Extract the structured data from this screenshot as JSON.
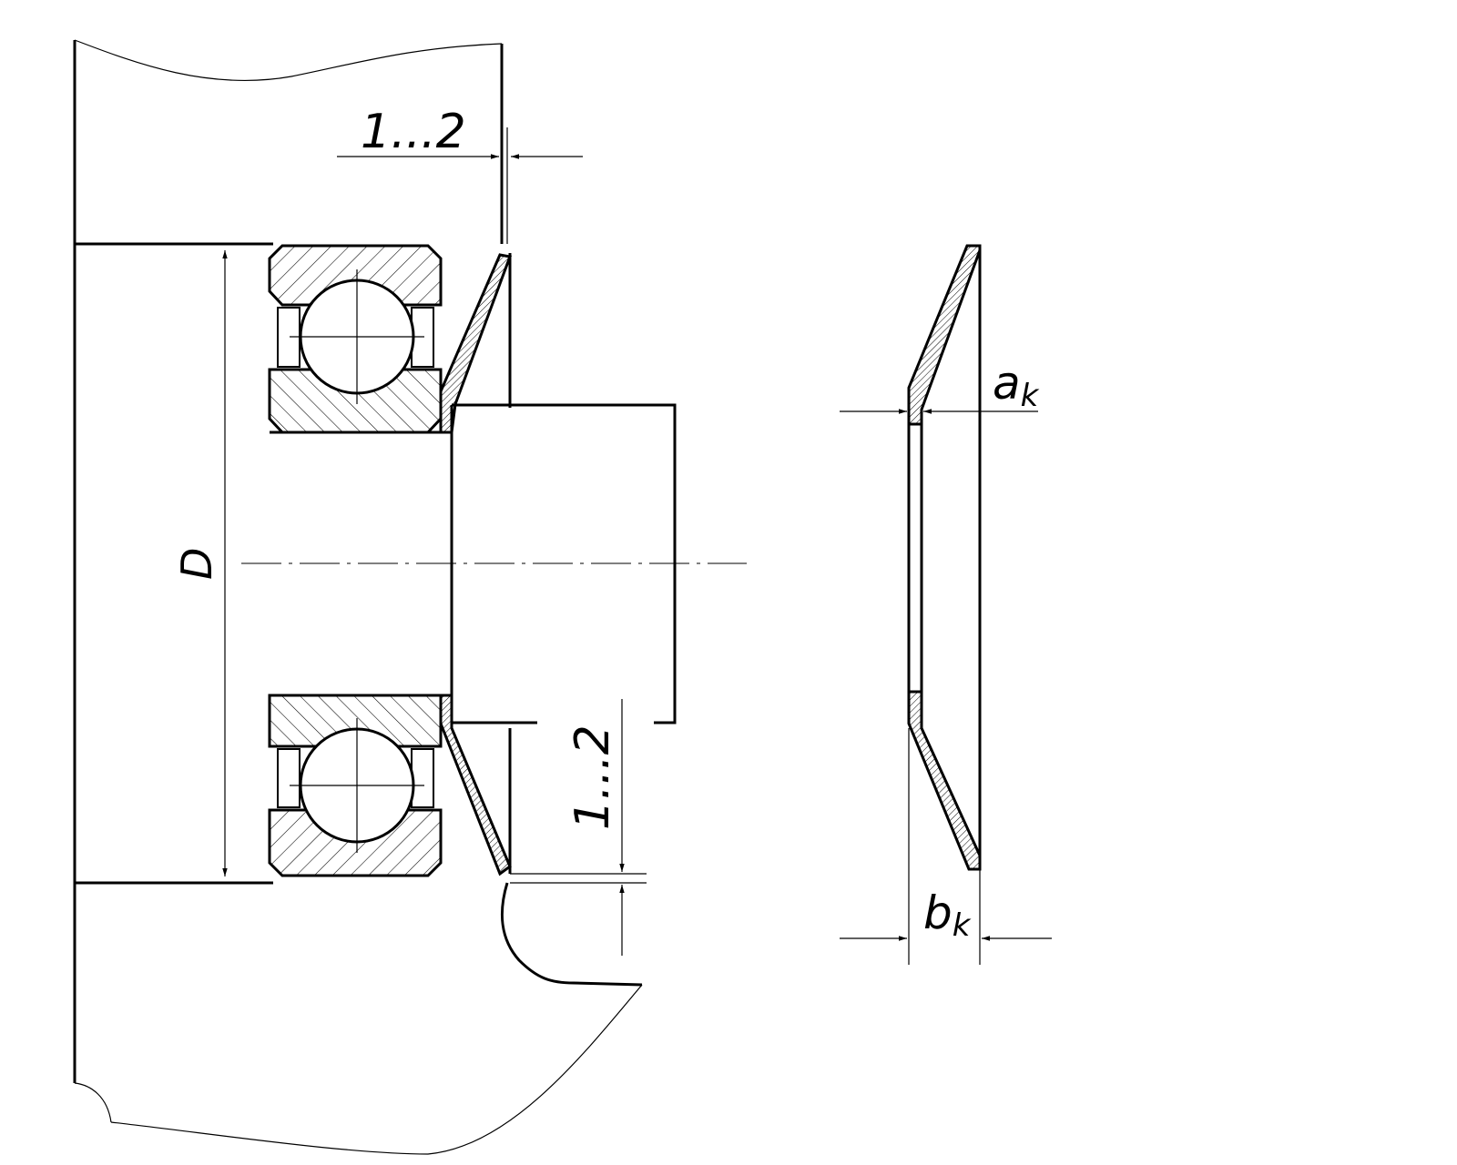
{
  "labels": {
    "gap_top": "1...2",
    "gap_bottom": "1...2",
    "diameter": "D",
    "a_main": "a",
    "a_sub": "k",
    "b_main": "b",
    "b_sub": "k"
  },
  "colors": {
    "line": "#000000",
    "background": "#ffffff"
  }
}
